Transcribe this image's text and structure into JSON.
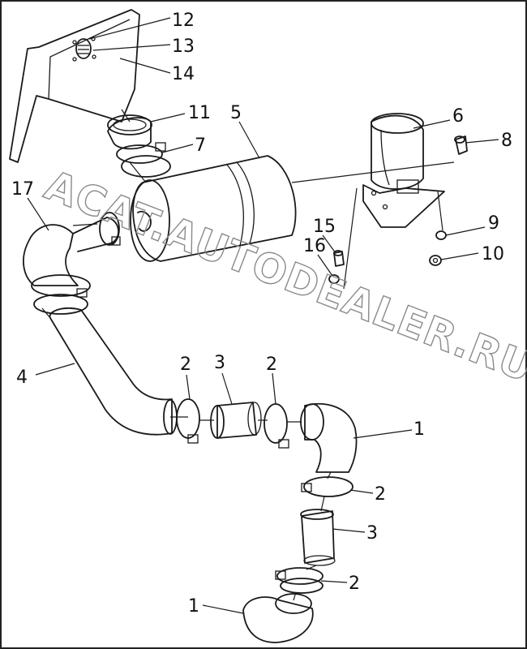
{
  "callouts": {
    "c12": "12",
    "c13": "13",
    "c14": "14",
    "c11": "11",
    "c7": "7",
    "c5": "5",
    "c6": "6",
    "c8": "8",
    "c17": "17",
    "c15": "15",
    "c16": "16",
    "c9": "9",
    "c10": "10",
    "c4": "4",
    "c2a": "2",
    "c3a": "3",
    "c2b": "2",
    "c1a": "1",
    "c2c": "2",
    "c3b": "3",
    "c2d": "2",
    "c1b": "1"
  },
  "watermark": {
    "text": "ACAT.AUTODEALER.RU"
  }
}
